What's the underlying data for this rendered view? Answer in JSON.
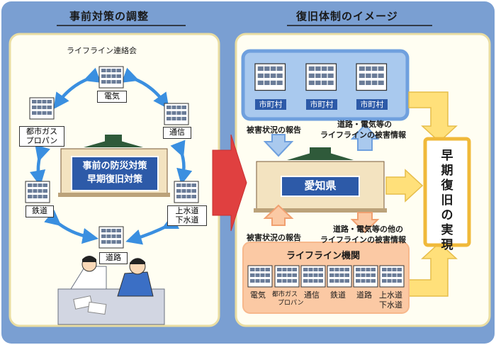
{
  "left_panel": {
    "title": "事前対策の調整",
    "council": "ライフライン連絡会",
    "center_line1": "事前の防災対策",
    "center_line2": "早期復旧対策",
    "nodes": {
      "electric": "電気",
      "gas_line1": "都市ガス",
      "gas_line2": "プロパン",
      "telecom": "通信",
      "rail": "鉄道",
      "water_line1": "上水道",
      "water_line2": "下水道",
      "road": "道路"
    }
  },
  "right_panel": {
    "title": "復旧体制のイメージ",
    "municipality": "市町村",
    "damage_report": "被害状況の報告",
    "road_info_line1": "道路・電気等の",
    "road_info_line2": "ライフラインの被害情報",
    "prefecture": "愛知県",
    "road_other_line1": "道路・電気等の他の",
    "road_other_line2": "ライフラインの被害情報",
    "agencies_title": "ライフライン機関",
    "agencies": [
      "電気",
      "都市ガス",
      "通信",
      "鉄道",
      "道路",
      "上水道"
    ],
    "agencies_sub": {
      "gas": "プロパン",
      "water": "下水道"
    },
    "recovery": "早期復旧の実現"
  },
  "colors": {
    "background": "#7a9fd2",
    "panel": "#fffef2",
    "panel_border": "#e9dda2",
    "blue_box": "#a9c9ee",
    "blue_border": "#6fa0de",
    "orange_box": "#fbc9a4",
    "yellow_arrow": "#ffe07a",
    "red_arrow": "#e04040",
    "building": "#2d5aa8"
  },
  "icons": [
    "office-building-icon",
    "prefecture-building-icon",
    "double-arrow-icon",
    "people-meeting-icon"
  ]
}
